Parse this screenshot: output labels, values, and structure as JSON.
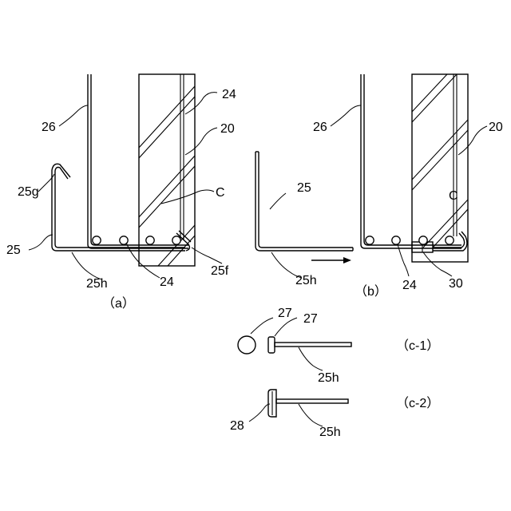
{
  "figure": {
    "panel_a": {
      "caption": "（a）",
      "labels": [
        "26",
        "24",
        "20",
        "25g",
        "C",
        "25",
        "25h",
        "24",
        "25f"
      ]
    },
    "panel_b": {
      "caption": "（b）",
      "labels": [
        "26",
        "20",
        "25",
        "C",
        "25h",
        "24",
        "30"
      ]
    },
    "panel_c1": {
      "caption": "（c-1）",
      "labels": [
        "27",
        "27",
        "25h"
      ]
    },
    "panel_c2": {
      "caption": "（c-2）",
      "labels": [
        "28",
        "25h"
      ]
    }
  }
}
